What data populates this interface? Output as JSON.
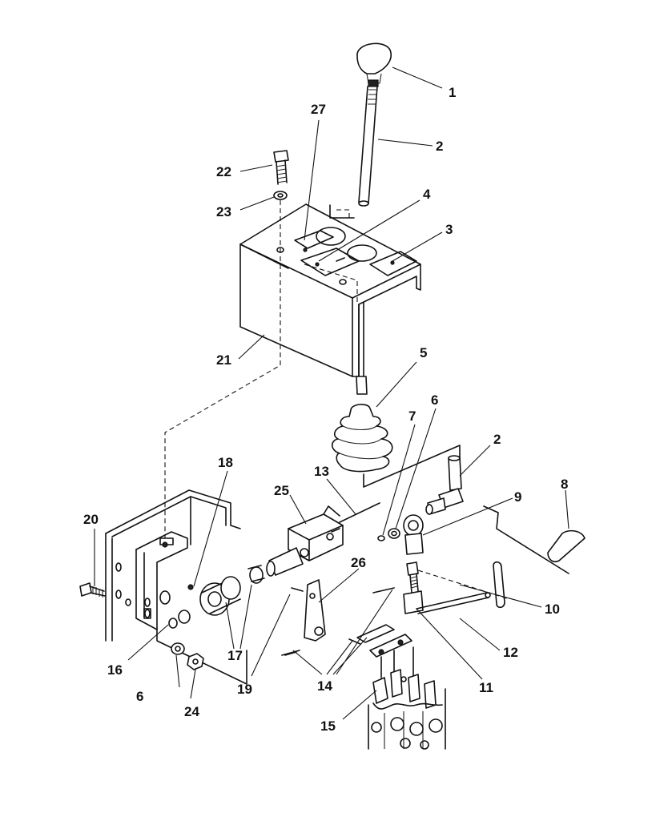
{
  "callouts": [
    {
      "id": "c1",
      "text": "1"
    },
    {
      "id": "c2a",
      "text": "2"
    },
    {
      "id": "c27",
      "text": "27"
    },
    {
      "id": "c22",
      "text": "22"
    },
    {
      "id": "c23",
      "text": "23"
    },
    {
      "id": "c4",
      "text": "4"
    },
    {
      "id": "c3",
      "text": "3"
    },
    {
      "id": "c21",
      "text": "21"
    },
    {
      "id": "c5",
      "text": "5"
    },
    {
      "id": "c7",
      "text": "7"
    },
    {
      "id": "c6a",
      "text": "6"
    },
    {
      "id": "c2b",
      "text": "2"
    },
    {
      "id": "c18",
      "text": "18"
    },
    {
      "id": "c13",
      "text": "13"
    },
    {
      "id": "c25",
      "text": "25"
    },
    {
      "id": "c8",
      "text": "8"
    },
    {
      "id": "c9",
      "text": "9"
    },
    {
      "id": "c20",
      "text": "20"
    },
    {
      "id": "c26",
      "text": "26"
    },
    {
      "id": "c10",
      "text": "10"
    },
    {
      "id": "c12",
      "text": "12"
    },
    {
      "id": "c16",
      "text": "16"
    },
    {
      "id": "c17",
      "text": "17"
    },
    {
      "id": "c6b",
      "text": "6"
    },
    {
      "id": "c19",
      "text": "19"
    },
    {
      "id": "c14",
      "text": "14"
    },
    {
      "id": "c11",
      "text": "11"
    },
    {
      "id": "c24",
      "text": "24"
    },
    {
      "id": "c15",
      "text": "15"
    }
  ]
}
